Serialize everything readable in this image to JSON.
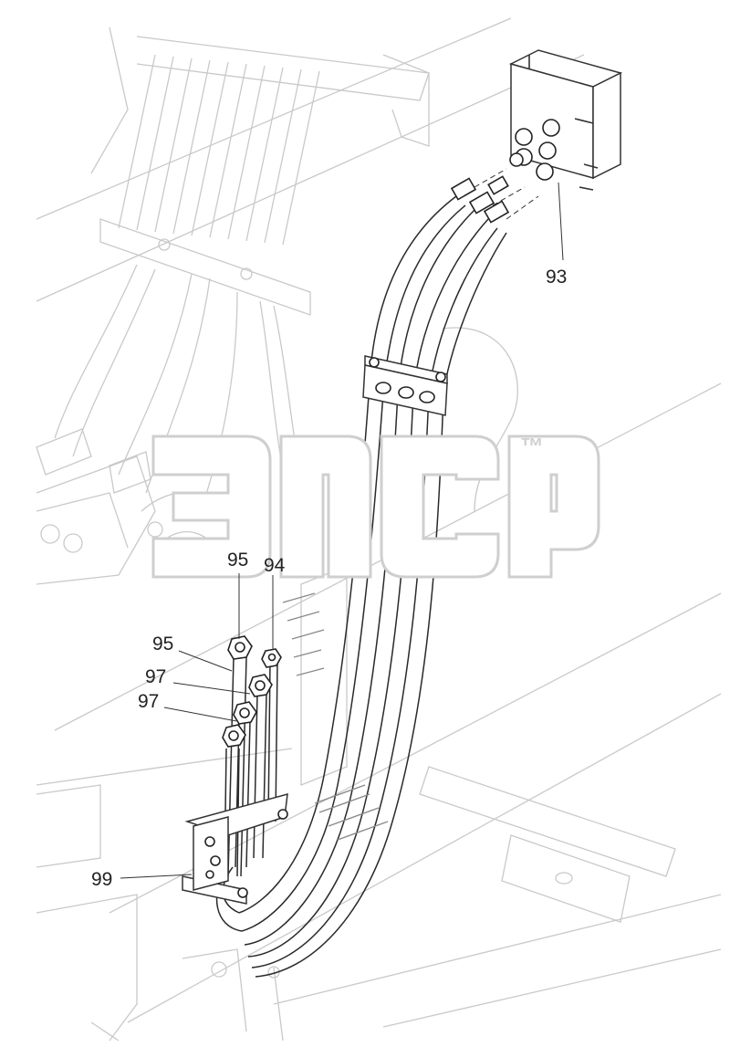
{
  "watermark": {
    "trademark": "™"
  },
  "callouts": [
    {
      "id": "c93",
      "label": "93"
    },
    {
      "id": "c94",
      "label": "94"
    },
    {
      "id": "c95a",
      "label": "95"
    },
    {
      "id": "c95b",
      "label": "95"
    },
    {
      "id": "c97a",
      "label": "97"
    },
    {
      "id": "c97b",
      "label": "97"
    },
    {
      "id": "c99",
      "label": "99"
    }
  ],
  "colors": {
    "ink": "#222222",
    "faint_line": "#c9c9c9",
    "watermark": "#cfcfcf"
  }
}
